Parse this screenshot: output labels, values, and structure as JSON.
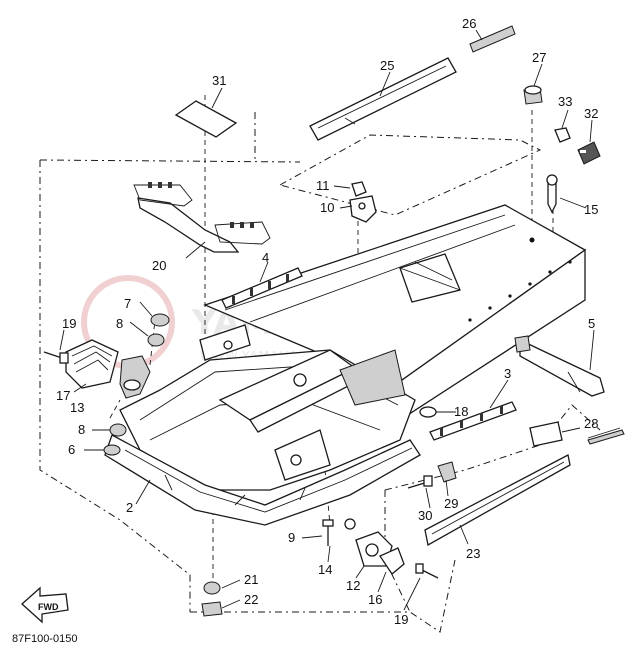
{
  "diagram": {
    "code": "87F100-0150",
    "fwd_label": "FWD",
    "watermark": "YAMA-SKLEP.PL",
    "watermark_sub": "WWW.YAMAHA OFFICIAL DEALER YAMAHA",
    "labels": [
      {
        "id": "p2",
        "text": "2"
      },
      {
        "id": "p3",
        "text": "3"
      },
      {
        "id": "p4",
        "text": "4"
      },
      {
        "id": "p5",
        "text": "5"
      },
      {
        "id": "p6",
        "text": "6"
      },
      {
        "id": "p7",
        "text": "7"
      },
      {
        "id": "p8a",
        "text": "8"
      },
      {
        "id": "p8b",
        "text": "8"
      },
      {
        "id": "p9",
        "text": "9"
      },
      {
        "id": "p10",
        "text": "10"
      },
      {
        "id": "p11",
        "text": "11"
      },
      {
        "id": "p12",
        "text": "12"
      },
      {
        "id": "p13",
        "text": "13"
      },
      {
        "id": "p14",
        "text": "14"
      },
      {
        "id": "p15",
        "text": "15"
      },
      {
        "id": "p16",
        "text": "16"
      },
      {
        "id": "p17",
        "text": "17"
      },
      {
        "id": "p18",
        "text": "18"
      },
      {
        "id": "p19a",
        "text": "19"
      },
      {
        "id": "p19b",
        "text": "19"
      },
      {
        "id": "p20",
        "text": "20"
      },
      {
        "id": "p21",
        "text": "21"
      },
      {
        "id": "p22",
        "text": "22"
      },
      {
        "id": "p23",
        "text": "23"
      },
      {
        "id": "p25",
        "text": "25"
      },
      {
        "id": "p26",
        "text": "26"
      },
      {
        "id": "p27",
        "text": "27"
      },
      {
        "id": "p28",
        "text": "28"
      },
      {
        "id": "p29",
        "text": "29"
      },
      {
        "id": "p30",
        "text": "30"
      },
      {
        "id": "p31",
        "text": "31"
      },
      {
        "id": "p32",
        "text": "32"
      },
      {
        "id": "p33",
        "text": "33"
      }
    ]
  }
}
